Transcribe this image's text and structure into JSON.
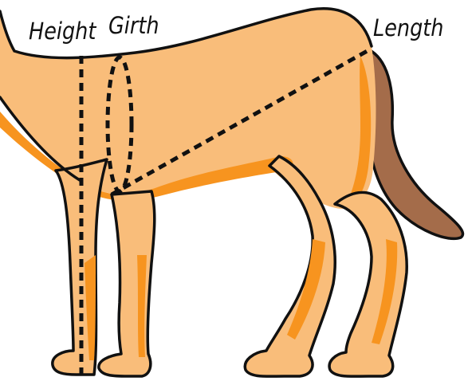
{
  "labels": {
    "height": "Height",
    "girth": "Girth",
    "length": "Length"
  },
  "colors": {
    "body_light": "#F9BD7A",
    "body_shade": "#F7941F",
    "tail": "#A46C4A",
    "outline": "#111111",
    "measure_line": "#111111",
    "background": "#FFFFFF"
  }
}
